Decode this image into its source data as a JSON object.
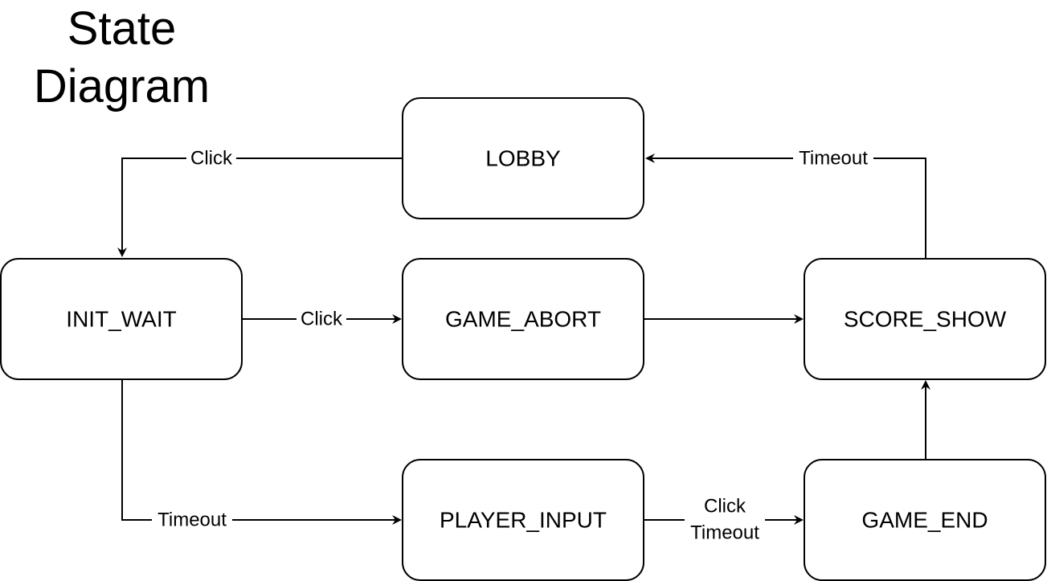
{
  "title": {
    "line1": "State",
    "line2": "Diagram"
  },
  "states": {
    "lobby": "LOBBY",
    "init_wait": "INIT_WAIT",
    "game_abort": "GAME_ABORT",
    "score_show": "SCORE_SHOW",
    "player_input": "PLAYER_INPUT",
    "game_end": "GAME_END"
  },
  "transitions": {
    "lobby_to_init_wait": "Click",
    "score_show_to_lobby": "Timeout",
    "init_wait_to_game_abort": "Click",
    "init_wait_to_player_input": "Timeout",
    "player_input_to_game_end_1": "Click",
    "player_input_to_game_end_2": "Timeout"
  }
}
